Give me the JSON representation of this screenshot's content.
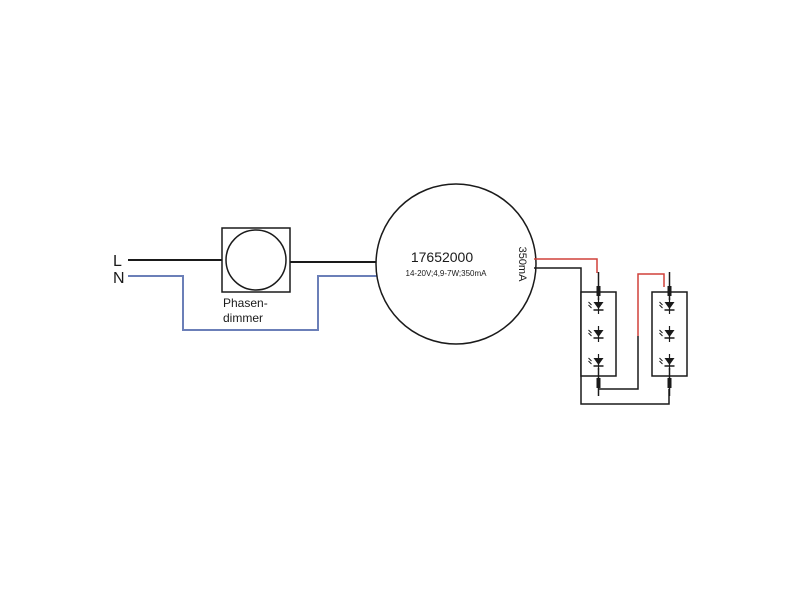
{
  "inputs": {
    "line_label": "L",
    "neutral_label": "N"
  },
  "dimmer": {
    "label_line1": "Phasen-",
    "label_line2": "dimmer"
  },
  "driver": {
    "part_number": "17652000",
    "specs": "14-20V;4,9-7W;350mA",
    "output_current": "350mA"
  },
  "colors": {
    "line_wire": "#1a1a1a",
    "neutral_wire": "#6b7fb8",
    "positive_wire": "#d0403a",
    "negative_wire": "#1a1a1a"
  },
  "led_modules": [
    {
      "leds": 3
    },
    {
      "leds": 3
    }
  ]
}
